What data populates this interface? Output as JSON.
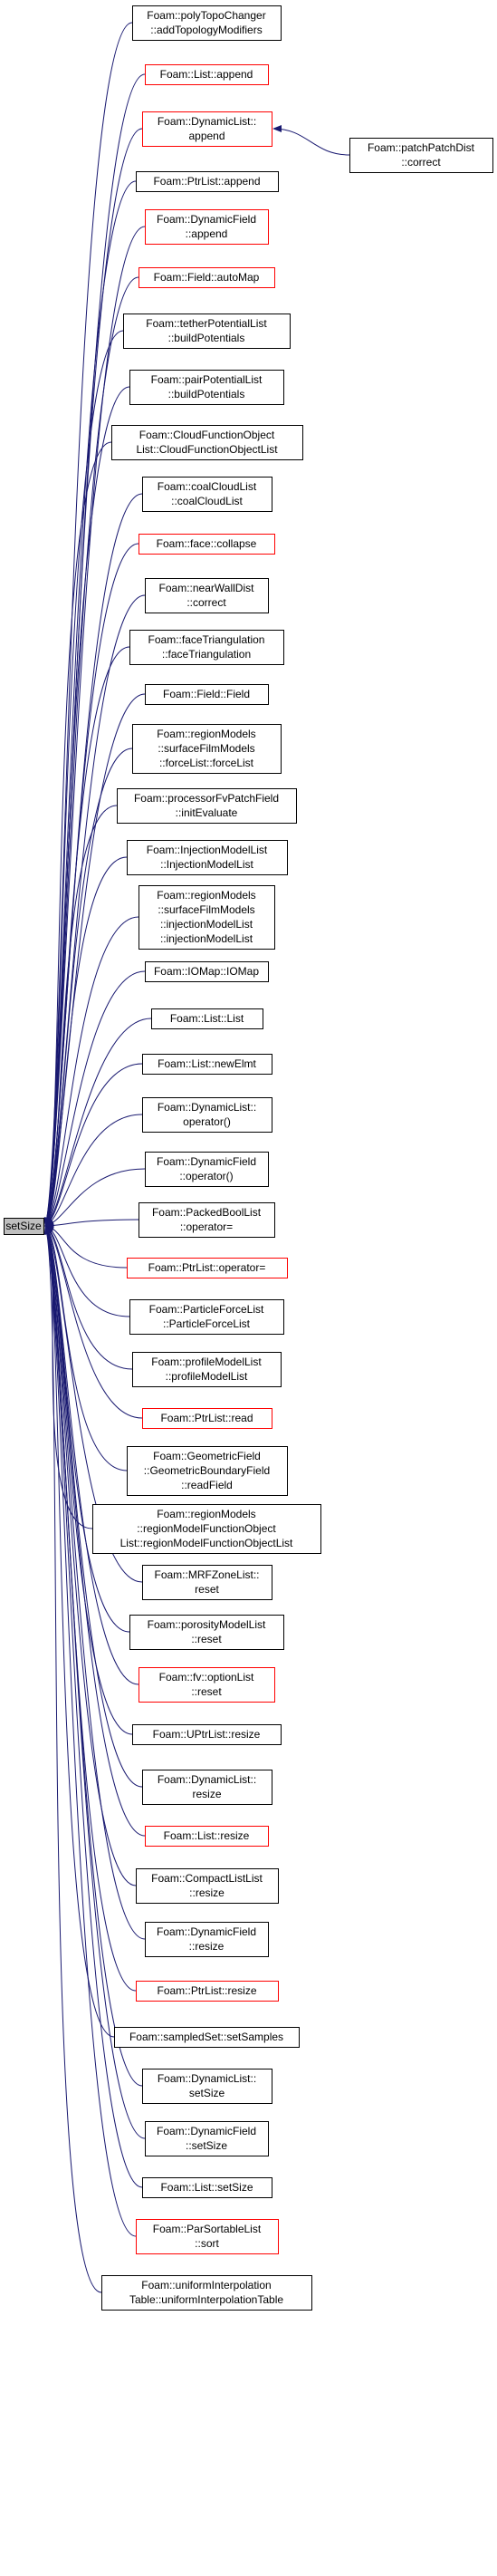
{
  "diagram": {
    "root": {
      "label": "setSize",
      "fill": "#bfbfbf",
      "border": "#000000"
    },
    "edge_color": "#191970",
    "callers": [
      {
        "lines": [
          "Foam::polyTopoChanger",
          "::addTopologyModifiers"
        ],
        "border": "black"
      },
      {
        "lines": [
          "Foam::List::append"
        ],
        "border": "red"
      },
      {
        "lines": [
          "Foam::DynamicList::",
          "append"
        ],
        "border": "red"
      },
      {
        "lines": [
          "Foam::PtrList::append"
        ],
        "border": "black"
      },
      {
        "lines": [
          "Foam::DynamicField",
          "::append"
        ],
        "border": "red"
      },
      {
        "lines": [
          "Foam::Field::autoMap"
        ],
        "border": "red"
      },
      {
        "lines": [
          "Foam::tetherPotentialList",
          "::buildPotentials"
        ],
        "border": "black"
      },
      {
        "lines": [
          "Foam::pairPotentialList",
          "::buildPotentials"
        ],
        "border": "black"
      },
      {
        "lines": [
          "Foam::CloudFunctionObject",
          "List::CloudFunctionObjectList"
        ],
        "border": "black"
      },
      {
        "lines": [
          "Foam::coalCloudList",
          "::coalCloudList"
        ],
        "border": "black"
      },
      {
        "lines": [
          "Foam::face::collapse"
        ],
        "border": "red"
      },
      {
        "lines": [
          "Foam::nearWallDist",
          "::correct"
        ],
        "border": "black"
      },
      {
        "lines": [
          "Foam::faceTriangulation",
          "::faceTriangulation"
        ],
        "border": "black"
      },
      {
        "lines": [
          "Foam::Field::Field"
        ],
        "border": "black"
      },
      {
        "lines": [
          "Foam::regionModels",
          "::surfaceFilmModels",
          "::forceList::forceList"
        ],
        "border": "black"
      },
      {
        "lines": [
          "Foam::processorFvPatchField",
          "::initEvaluate"
        ],
        "border": "black"
      },
      {
        "lines": [
          "Foam::InjectionModelList",
          "::InjectionModelList"
        ],
        "border": "black"
      },
      {
        "lines": [
          "Foam::regionModels",
          "::surfaceFilmModels",
          "::injectionModelList",
          "::injectionModelList"
        ],
        "border": "black"
      },
      {
        "lines": [
          "Foam::IOMap::IOMap"
        ],
        "border": "black"
      },
      {
        "lines": [
          "Foam::List::List"
        ],
        "border": "black"
      },
      {
        "lines": [
          "Foam::List::newElmt"
        ],
        "border": "black"
      },
      {
        "lines": [
          "Foam::DynamicList::",
          "operator()"
        ],
        "border": "black"
      },
      {
        "lines": [
          "Foam::DynamicField",
          "::operator()"
        ],
        "border": "black"
      },
      {
        "lines": [
          "Foam::PackedBoolList",
          "::operator="
        ],
        "border": "black"
      },
      {
        "lines": [
          "Foam::PtrList::operator="
        ],
        "border": "red"
      },
      {
        "lines": [
          "Foam::ParticleForceList",
          "::ParticleForceList"
        ],
        "border": "black"
      },
      {
        "lines": [
          "Foam::profileModelList",
          "::profileModelList"
        ],
        "border": "black"
      },
      {
        "lines": [
          "Foam::PtrList::read"
        ],
        "border": "red"
      },
      {
        "lines": [
          "Foam::GeometricField",
          "::GeometricBoundaryField",
          "::readField"
        ],
        "border": "black"
      },
      {
        "lines": [
          "Foam::regionModels",
          "::regionModelFunctionObject",
          "List::regionModelFunctionObjectList"
        ],
        "border": "black"
      },
      {
        "lines": [
          "Foam::MRFZoneList::",
          "reset"
        ],
        "border": "black"
      },
      {
        "lines": [
          "Foam::porosityModelList",
          "::reset"
        ],
        "border": "black"
      },
      {
        "lines": [
          "Foam::fv::optionList",
          "::reset"
        ],
        "border": "red"
      },
      {
        "lines": [
          "Foam::UPtrList::resize"
        ],
        "border": "black"
      },
      {
        "lines": [
          "Foam::DynamicList::",
          "resize"
        ],
        "border": "black"
      },
      {
        "lines": [
          "Foam::List::resize"
        ],
        "border": "red"
      },
      {
        "lines": [
          "Foam::CompactListList",
          "::resize"
        ],
        "border": "black"
      },
      {
        "lines": [
          "Foam::DynamicField",
          "::resize"
        ],
        "border": "black"
      },
      {
        "lines": [
          "Foam::PtrList::resize"
        ],
        "border": "red"
      },
      {
        "lines": [
          "Foam::sampledSet::setSamples"
        ],
        "border": "black"
      },
      {
        "lines": [
          "Foam::DynamicList::",
          "setSize"
        ],
        "border": "black"
      },
      {
        "lines": [
          "Foam::DynamicField",
          "::setSize"
        ],
        "border": "black"
      },
      {
        "lines": [
          "Foam::List::setSize"
        ],
        "border": "black"
      },
      {
        "lines": [
          "Foam::ParSortableList",
          "::sort"
        ],
        "border": "red"
      },
      {
        "lines": [
          "Foam::uniformInterpolation",
          "Table::uniformInterpolationTable"
        ],
        "border": "black"
      }
    ],
    "secondary": {
      "lines": [
        "Foam::patchPatchDist",
        "::correct"
      ],
      "border": "black"
    }
  }
}
